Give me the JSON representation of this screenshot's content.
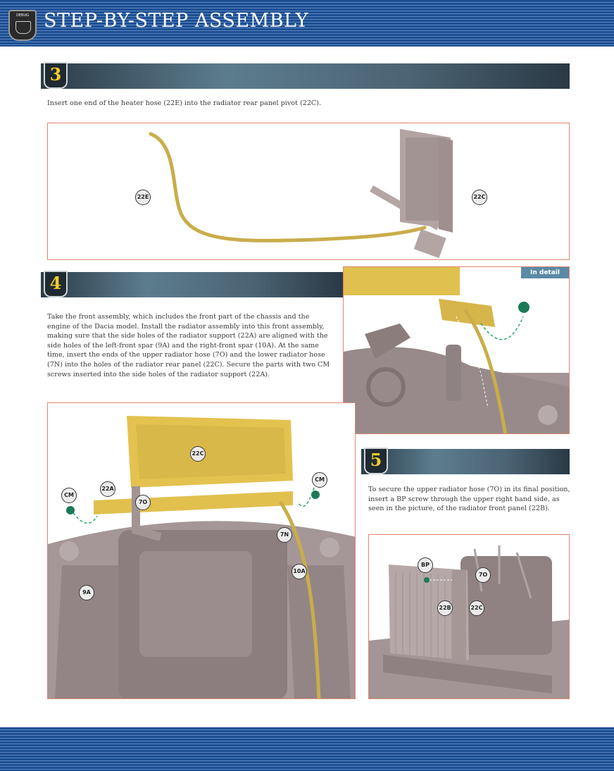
{
  "header": {
    "title": "STEP-BY-STEP ASSEMBLY",
    "badge_text": "DEBUG"
  },
  "colors": {
    "banner_blue": "#1b4e93",
    "step_bar": "#4b6373",
    "step_number": "#f0cb2a",
    "panel_border": "#e0856e",
    "hose_yellow": "#c9ad4a",
    "part_yellow": "#e3c24f",
    "metal_grey": "#a99b9b",
    "screw_green": "#1b7a58",
    "tag_blue": "#5b8aa7"
  },
  "step3": {
    "number": "3",
    "text": "Insert one end of the heater hose (22E) into the radiator rear panel pivot (22C).",
    "labels": [
      "22E",
      "22C"
    ]
  },
  "step4": {
    "number": "4",
    "text_lines": [
      "Take the front assembly, which includes the front part of the chassis and the",
      "engine of the Dacia model. Install the radiator assembly into this front assembly,",
      "making sure that the side holes of the radiator support (22A) are aligned with the",
      "side holes of the left-front spar (9A) and the right-front spar (10A). At the same",
      "time, insert the ends of the upper radiator hose (7O) and the lower radiator hose",
      "(7N) into the holes of the radiator rear panel (22C). Secure the parts with two CM",
      "screws inserted into the side holes of the radiator support (22A)."
    ],
    "detail_tag": "In detail",
    "labels": {
      "radiator": "22C",
      "support": "22A",
      "upper_hose": "7O",
      "lower_hose": "7N",
      "screw_left": "CM",
      "screw_right": "CM",
      "left_spar": "9A",
      "right_spar": "10A"
    }
  },
  "step5": {
    "number": "5",
    "text_lines": [
      "To secure the upper radiator hose (7O) in its final position,",
      "insert a BP screw through the upper right hand side, as",
      "seen in the picture, of the radiator front panel (22B)."
    ],
    "labels": {
      "screw": "BP",
      "upper_hose": "7O",
      "front_panel": "22B",
      "rear_panel": "22C"
    }
  }
}
